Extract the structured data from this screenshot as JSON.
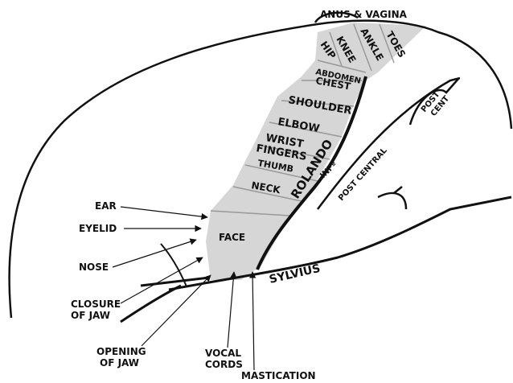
{
  "colors": {
    "ink": "#111111",
    "motor_strip": "#d6d6d6",
    "background": "#ffffff"
  },
  "labels": {
    "anus_vagina": "ANUS & VAGINA",
    "toes": "TOES",
    "ankle": "ANKLE",
    "knee": "KNEE",
    "hip": "HIP",
    "abdomen": "ABDOMEN",
    "chest": "CHEST",
    "shoulder": "SHOULDER",
    "elbow": "ELBOW",
    "wrist": "WRIST",
    "fingers": "FINGERS",
    "thumb": "THUMB",
    "neck": "NECK",
    "face": "FACE",
    "ear": "EAR",
    "eyelid": "EYELID",
    "nose": "NOSE",
    "closure_jaw_1": "CLOSURE",
    "closure_jaw_2": "OF JAW",
    "opening_jaw_1": "OPENING",
    "opening_jaw_2": "OF JAW",
    "vocal_1": "VOCAL",
    "vocal_2": "CORDS",
    "mastication": "MASTICATION",
    "rolando": "ROLANDO",
    "sylvius": "SYLVIUS",
    "post_cent_1": "POST",
    "post_cent_2": "CENT",
    "infra": "INFª",
    "post_central": "POST CENTRAL"
  }
}
